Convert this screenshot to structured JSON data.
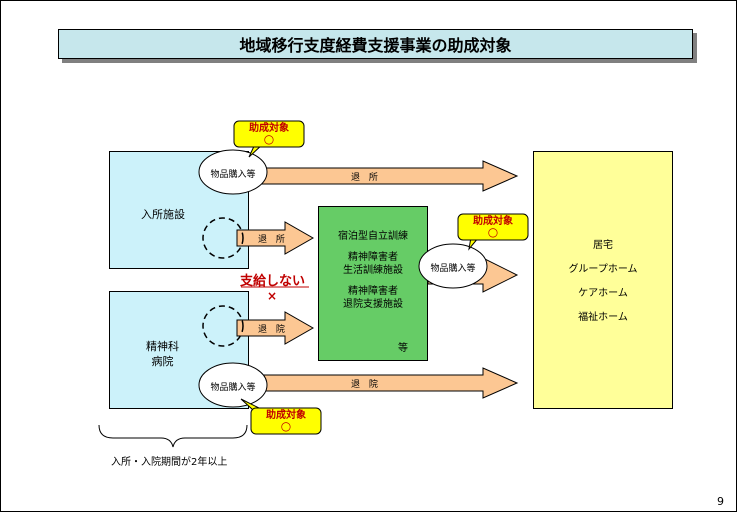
{
  "title": "地域移行支度経費支援事業の助成対象",
  "page_number": "9",
  "left_boxes": {
    "facility": "入所施設",
    "hospital_line1": "精神科",
    "hospital_line2": "病院"
  },
  "center_box": {
    "line1": "宿泊型自立訓練",
    "line2": "精神障害者",
    "line3": "生活訓練施設",
    "line4": "精神障害者",
    "line5": "退院支援施設",
    "line6": "等"
  },
  "right_box": {
    "items": [
      "居宅",
      "グループホーム",
      "ケアホーム",
      "福祉ホーム"
    ]
  },
  "bubbles": {
    "purchase_label": "物品購入等"
  },
  "callouts": {
    "subsidy_label": "助成対象",
    "subsidy_mark": "○"
  },
  "arrows": {
    "exit_facility": "退 所",
    "exit_hospital": "退 院"
  },
  "not_paid": {
    "label": "支給しない",
    "mark": "×"
  },
  "brace_note": "入所・入院期間が2年以上",
  "colors": {
    "title_bg": "#c6e7ec",
    "left_box_bg": "#ccf2fa",
    "center_box_bg": "#66cc66",
    "right_box_bg": "#ffff99",
    "arrow_fill": "#fcc793",
    "callout_bg": "#ffff00",
    "accent_red": "#c00000"
  }
}
